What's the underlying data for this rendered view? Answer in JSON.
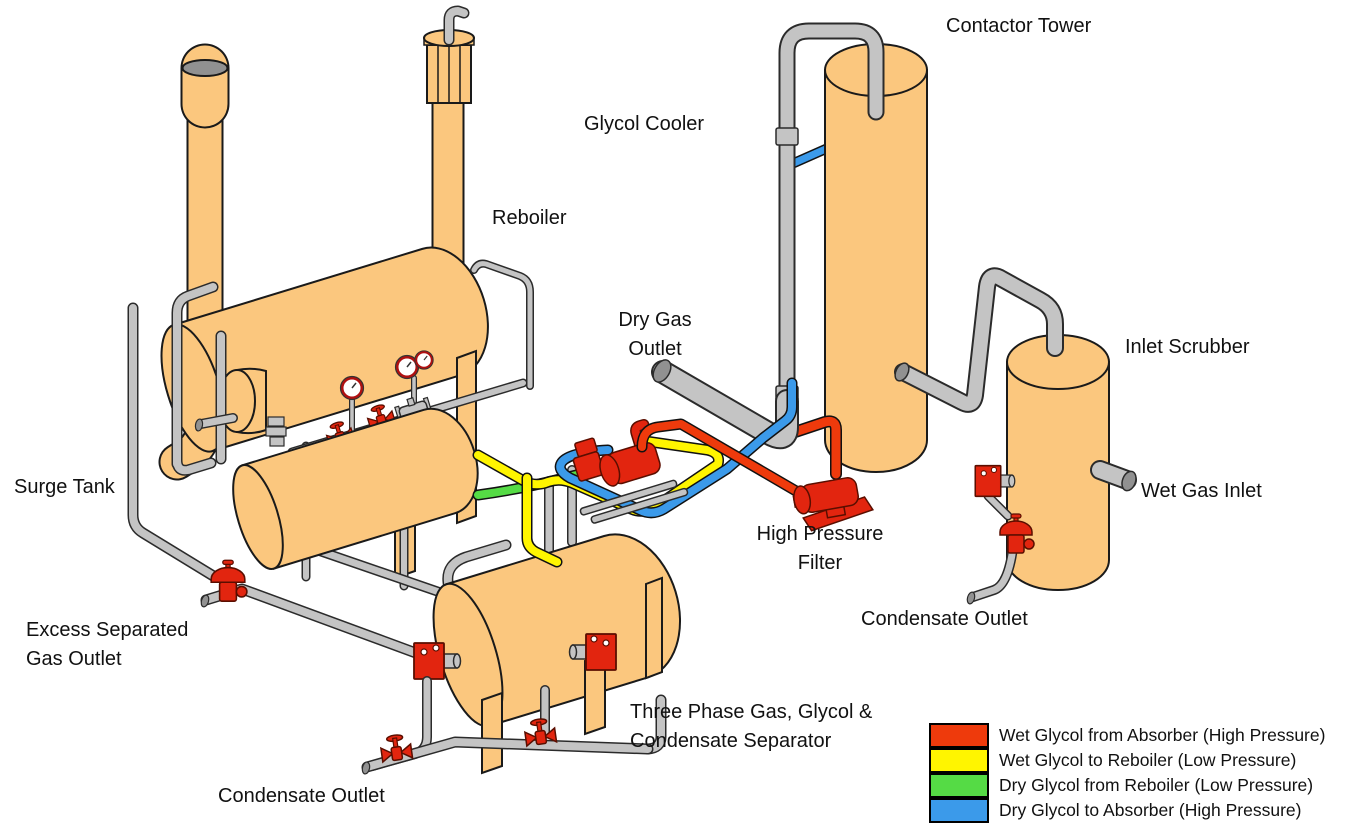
{
  "labels": {
    "contactor_tower": "Contactor Tower",
    "glycol_cooler": "Glycol Cooler",
    "reboiler": "Reboiler",
    "dry_gas_outlet": {
      "line1": "Dry Gas",
      "line2": "Outlet"
    },
    "surge_tank": "Surge Tank",
    "excess_separated_gas_outlet": {
      "line1": "Excess Separated",
      "line2": "Gas Outlet"
    },
    "condensate_outlet_left": "Condensate Outlet",
    "three_phase_separator": {
      "line1": "Three Phase Gas, Glycol &",
      "line2": "Condensate Separator"
    },
    "high_pressure_filter": {
      "line1": "High Pressure",
      "line2": "Filter"
    },
    "inlet_scrubber": "Inlet Scrubber",
    "wet_gas_inlet": "Wet Gas Inlet",
    "condensate_outlet_right": "Condensate Outlet"
  },
  "legend": {
    "items": [
      {
        "label": "Wet Glycol from Absorber (High Pressure)",
        "color": "#EE3A0C"
      },
      {
        "label": "Wet Glycol to Reboiler (Low Pressure)",
        "color": "#FFF500"
      },
      {
        "label": "Dry Glycol from Reboiler (Low Pressure)",
        "color": "#55DB45"
      },
      {
        "label": "Dry Glycol to Absorber (High Pressure)",
        "color": "#3B9AEA"
      }
    ]
  },
  "colors": {
    "equipment_tan": "#FBC77E",
    "pipe_gray": "#C4C4C4",
    "valve_red": "#E2250F",
    "outline": "#1A1A1A",
    "background": "#FFFFFF"
  }
}
